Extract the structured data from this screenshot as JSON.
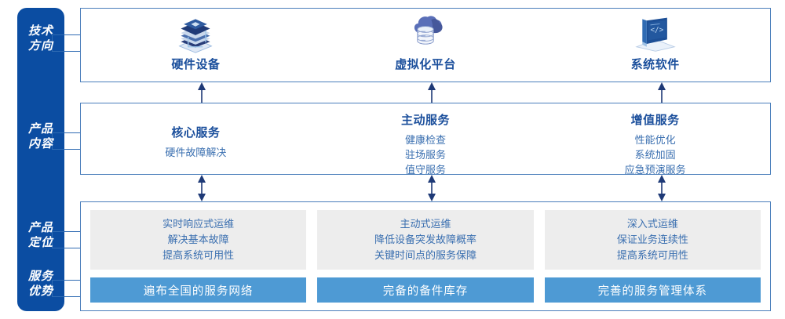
{
  "colors": {
    "sidebar_blue": "#0b4da2",
    "border_blue": "#4a7ebb",
    "title_blue": "#1b4f9c",
    "text_blue": "#3a6fb0",
    "button_blue": "#4e9ad4",
    "gray_box": "#ededed"
  },
  "sidebar": {
    "items": [
      {
        "id": "tech-direction",
        "line1": "技术",
        "line2": "方向"
      },
      {
        "id": "product-content",
        "line1": "产品",
        "line2": "内容"
      },
      {
        "id": "product-position",
        "line1": "产品",
        "line2": "定位"
      },
      {
        "id": "service-advantage",
        "line1": "服务",
        "line2": "优势"
      }
    ]
  },
  "tech_row": {
    "cells": [
      {
        "icon": "server-stack-icon",
        "label": "硬件设备"
      },
      {
        "icon": "cloud-database-icon",
        "label": "虚拟化平台"
      },
      {
        "icon": "laptop-code-icon",
        "label": "系统软件"
      }
    ]
  },
  "product_row": {
    "cells": [
      {
        "title": "核心服务",
        "items": [
          "硬件故障解决"
        ]
      },
      {
        "title": "主动服务",
        "items": [
          "健康检查",
          "驻场服务",
          "值守服务"
        ]
      },
      {
        "title": "增值服务",
        "items": [
          "性能优化",
          "系统加固",
          "应急预演服务"
        ]
      }
    ]
  },
  "position_row": {
    "cells": [
      {
        "lines": [
          "实时响应式运维",
          "解决基本故障",
          "提高系统可用性"
        ],
        "advantage": "遍布全国的服务网络"
      },
      {
        "lines": [
          "主动式运维",
          "降低设备突发故障概率",
          "关键时间点的服务保障"
        ],
        "advantage": "完备的备件库存"
      },
      {
        "lines": [
          "深入式运维",
          "保证业务连续性",
          "提高系统可用性"
        ],
        "advantage": "完善的服务管理体系"
      }
    ]
  },
  "connectors": {
    "up_arrows": [
      "arrow-up-1",
      "arrow-up-2",
      "arrow-up-3"
    ],
    "double_arrows": [
      "arrow-both-1",
      "arrow-both-2",
      "arrow-both-3"
    ]
  }
}
